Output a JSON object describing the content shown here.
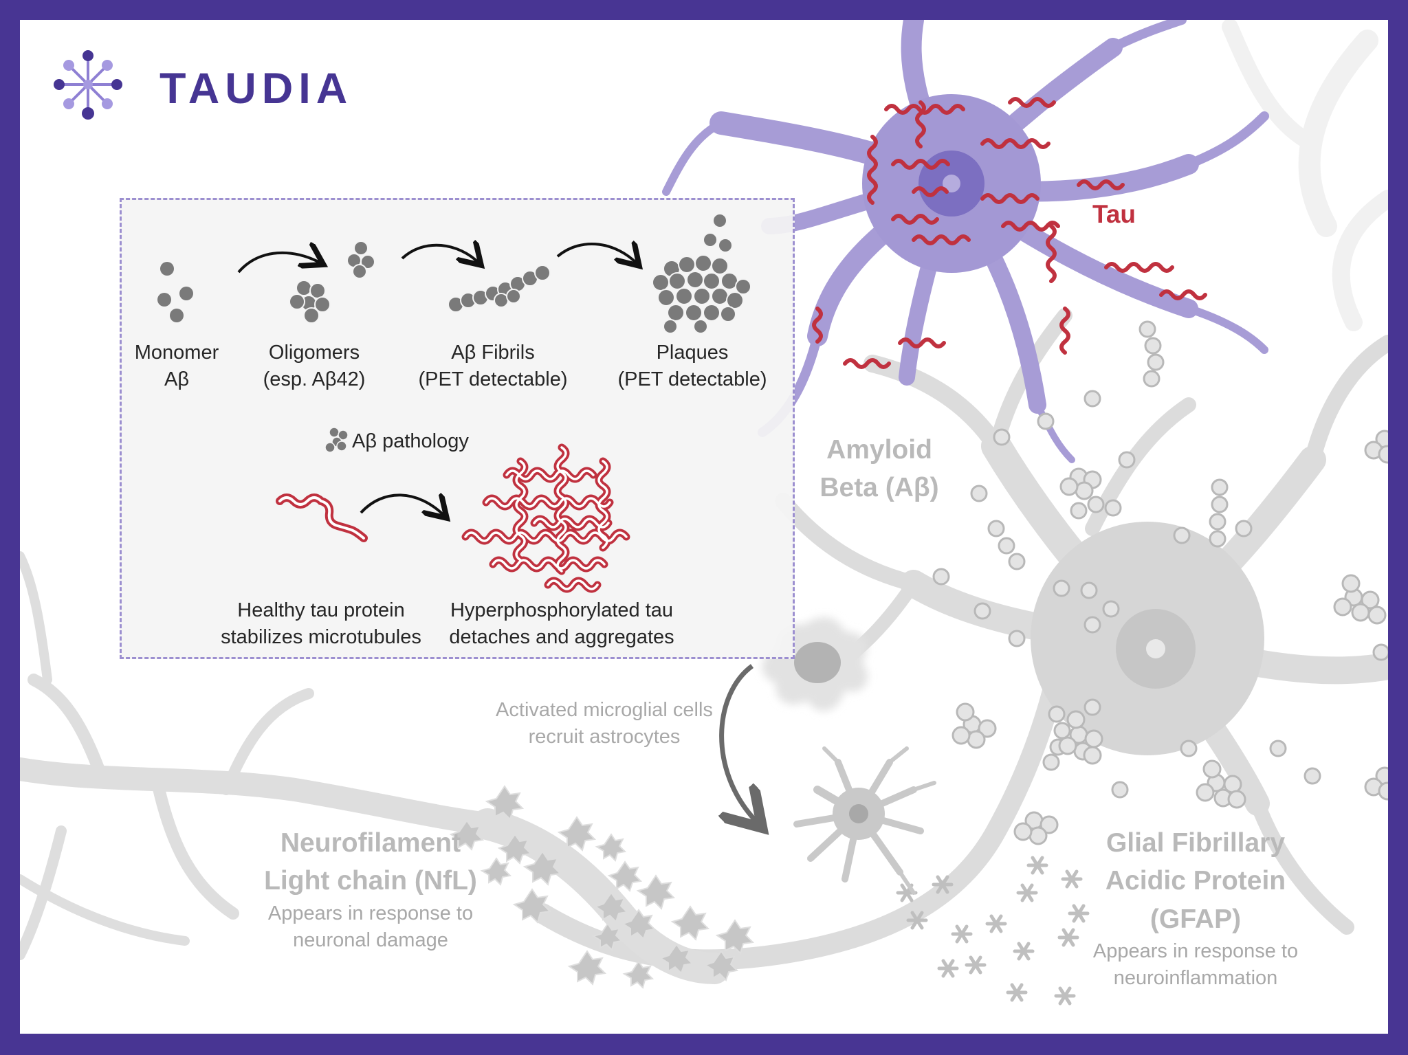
{
  "brand": {
    "name": "TAUDIA"
  },
  "colors": {
    "frame": "#483593",
    "brand": "#463593",
    "tau_red": "#c0313f",
    "neuron_purple": "#9b8fd1",
    "neuron_gray": "#d6d6d6"
  },
  "icons": [
    "taudia-logo-icon",
    "curved-arrow-icon",
    "protein-cluster-icon",
    "microglia-icon",
    "astrocyte-icon",
    "star-particle-icon",
    "asterisk-particle-icon"
  ],
  "inset": {
    "stages": [
      {
        "line1": "Monomer",
        "line2": "Aβ"
      },
      {
        "line1": "Oligomers",
        "line2": "(esp. Aβ42)"
      },
      {
        "line1": "Aβ Fibrils",
        "line2": "(PET detectable)"
      },
      {
        "line1": "Plaques",
        "line2": "(PET detectable)"
      }
    ],
    "ab_pathology": "Aβ pathology",
    "healthy_tau": {
      "line1": "Healthy tau protein",
      "line2": "stabilizes microtubules"
    },
    "hyper_tau": {
      "line1": "Hyperphosphorylated tau",
      "line2": "detaches and aggregates"
    }
  },
  "labels": {
    "tau": "Tau",
    "amyloid": {
      "line1": "Amyloid",
      "line2": "Beta (Aβ)"
    },
    "microglia": {
      "line1": "Activated microglial cells",
      "line2": "recruit astrocytes"
    },
    "nfl": {
      "title1": "Neurofilament",
      "title2": "Light chain (NfL)",
      "desc1": "Appears in response to",
      "desc2": "neuronal damage"
    },
    "gfap": {
      "title1": "Glial Fibrillary",
      "title2": "Acidic Protein",
      "title3": "(GFAP)",
      "desc1": "Appears in response to",
      "desc2": "neuroinflammation"
    }
  }
}
